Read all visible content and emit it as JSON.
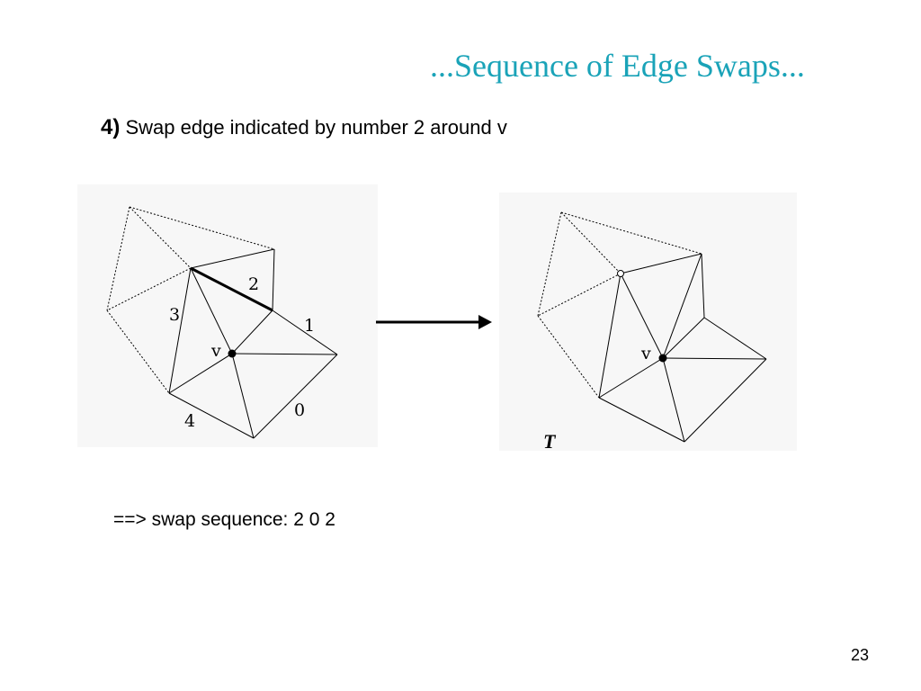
{
  "slide": {
    "title": "...Sequence of Edge Swaps...",
    "step_number": "4)",
    "step_text": "Swap edge indicated by number 2 around v",
    "summary": "==> swap sequence: 2 0 2",
    "page_number": "23"
  },
  "diagram_before": {
    "vertex_label": "v",
    "edge_labels": [
      "0",
      "1",
      "2",
      "3",
      "4"
    ]
  },
  "diagram_after": {
    "vertex_label": "v",
    "triangulation_label": "T"
  },
  "colors": {
    "title": "#1aa3b8",
    "panel_background": "#f7f7f7",
    "lines": "#000000"
  }
}
